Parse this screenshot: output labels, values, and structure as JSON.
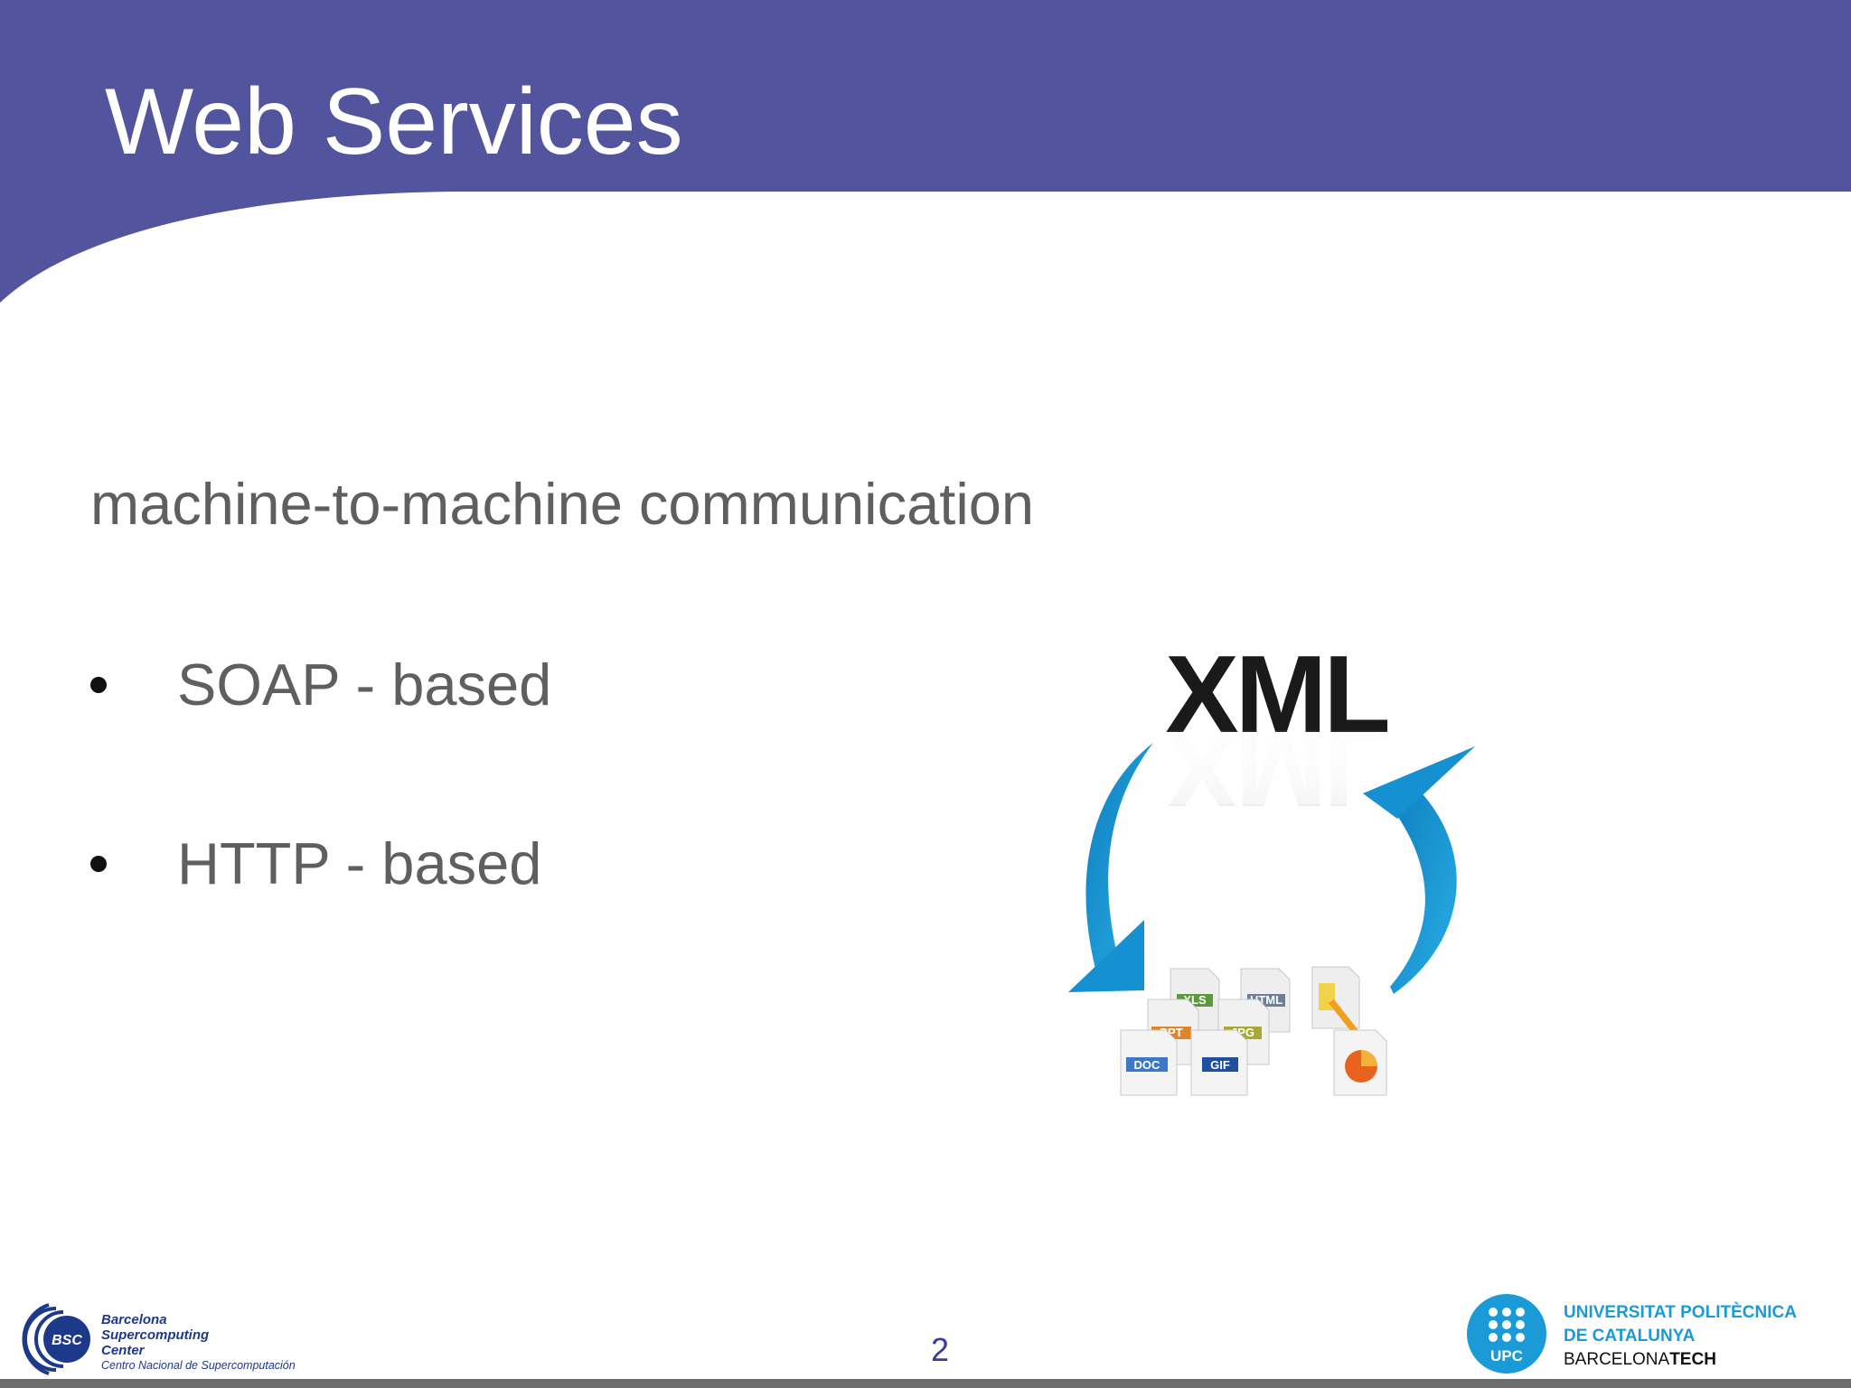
{
  "slide": {
    "title": "Web Services",
    "lead": "machine-to-machine communication",
    "bullets": [
      {
        "text": "SOAP - based"
      },
      {
        "text": "HTTP - based"
      }
    ],
    "page_number": "2"
  },
  "graphic": {
    "xml_label": "XML",
    "file_types": [
      "XLS",
      "HTML",
      "PPT",
      "JPG",
      "DOC",
      "GIF"
    ]
  },
  "footer": {
    "bsc": {
      "badge": "BSC",
      "line1": "Barcelona",
      "line2": "Supercomputing",
      "line3": "Center",
      "line4": "Centro Nacional de Supercomputación"
    },
    "upc": {
      "badge": "UPC",
      "line1": "UNIVERSITAT POLITÈCNICA",
      "line2": "DE CATALUNYA",
      "line3a": "BARCELONA",
      "line3b": "TECH"
    }
  },
  "colors": {
    "header": "#52549d",
    "body_text": "#5f5f5f",
    "arrow_blue": "#1a9ad6",
    "page_number": "#3a3aa6"
  }
}
